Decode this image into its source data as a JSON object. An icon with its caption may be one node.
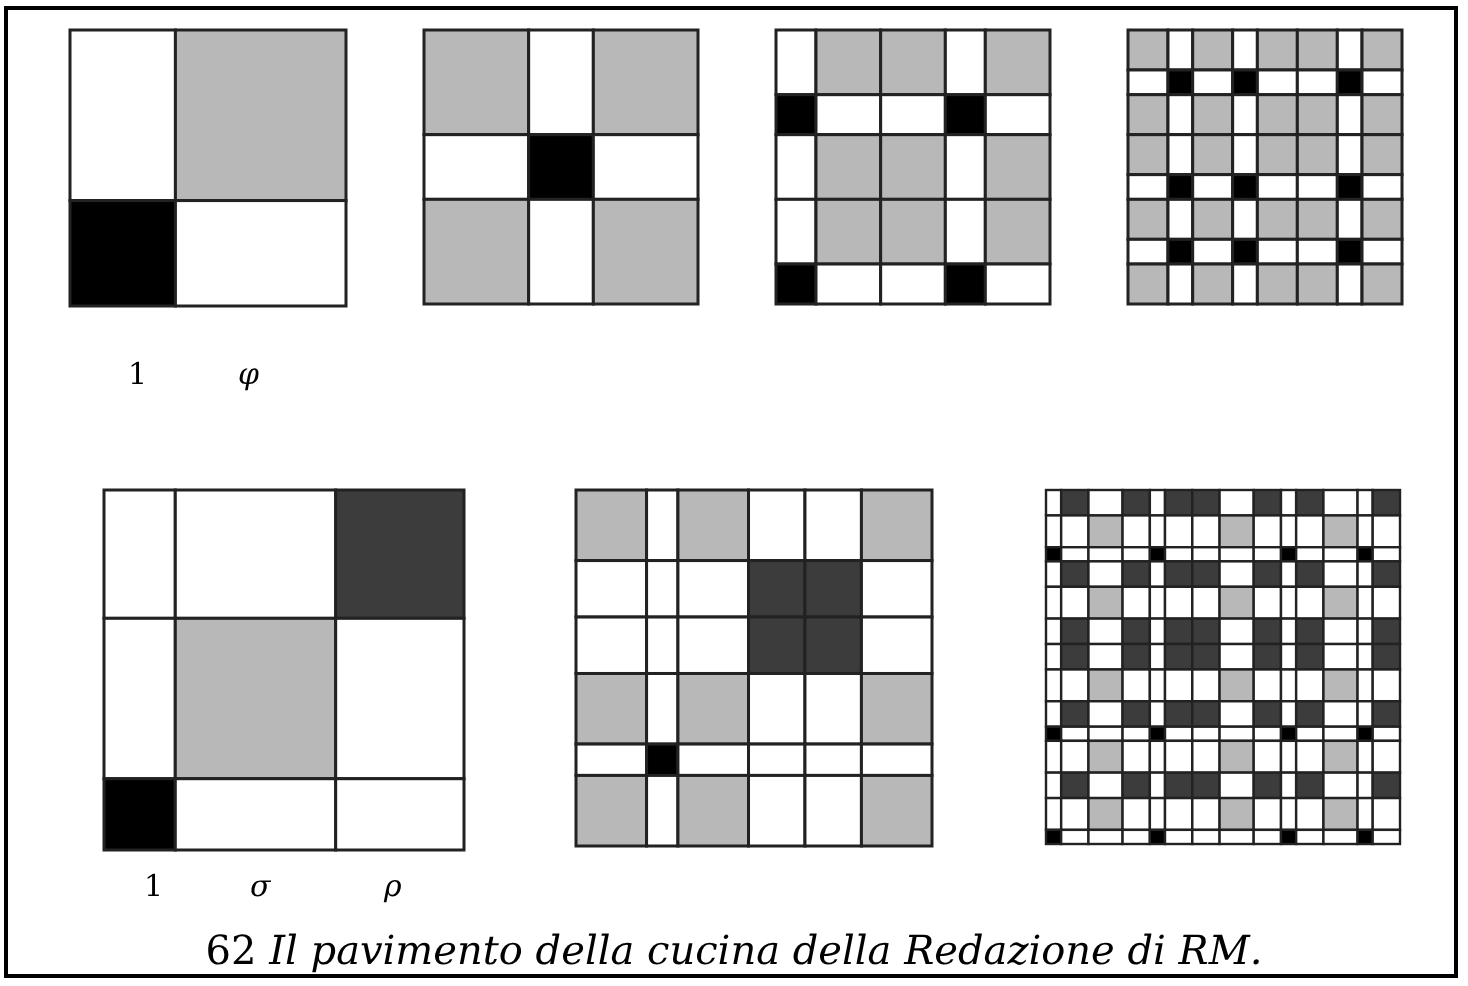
{
  "diagram": {
    "caption": "62 *Il pavimento della cucina della Redazione di RM.*",
    "labels": [
      "1",
      "φ",
      "1",
      "σ",
      "ρ"
    ]
  }
}
